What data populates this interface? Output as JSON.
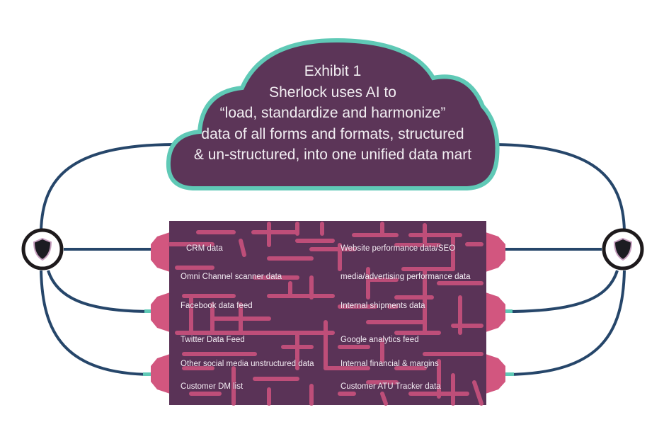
{
  "cloud": {
    "lines": [
      "Exhibit 1",
      "Sherlock uses AI to",
      "“load, standardize and harmonize”",
      "data of all forms and formats, structured",
      "& un-structured, into one unified data mart"
    ]
  },
  "sources_left": [
    "CRM data",
    "Omni Channel scanner data",
    "Facebook data feed",
    "Twitter Data Feed",
    "Other social media unstructured data",
    "Customer DM list"
  ],
  "sources_right": [
    "Website performance data/SEO",
    "media/advertising performance data",
    "Internal shipments data",
    "Google analytics feed",
    "Internal financial & margins",
    "Customer ATU Tracker data"
  ],
  "icons": {
    "left_node": "shield-icon",
    "right_node": "shield-icon"
  },
  "colors": {
    "purple": "#5a3357",
    "pink": "#c9517d",
    "teal": "#5fc9b6",
    "navy": "#26466a"
  }
}
